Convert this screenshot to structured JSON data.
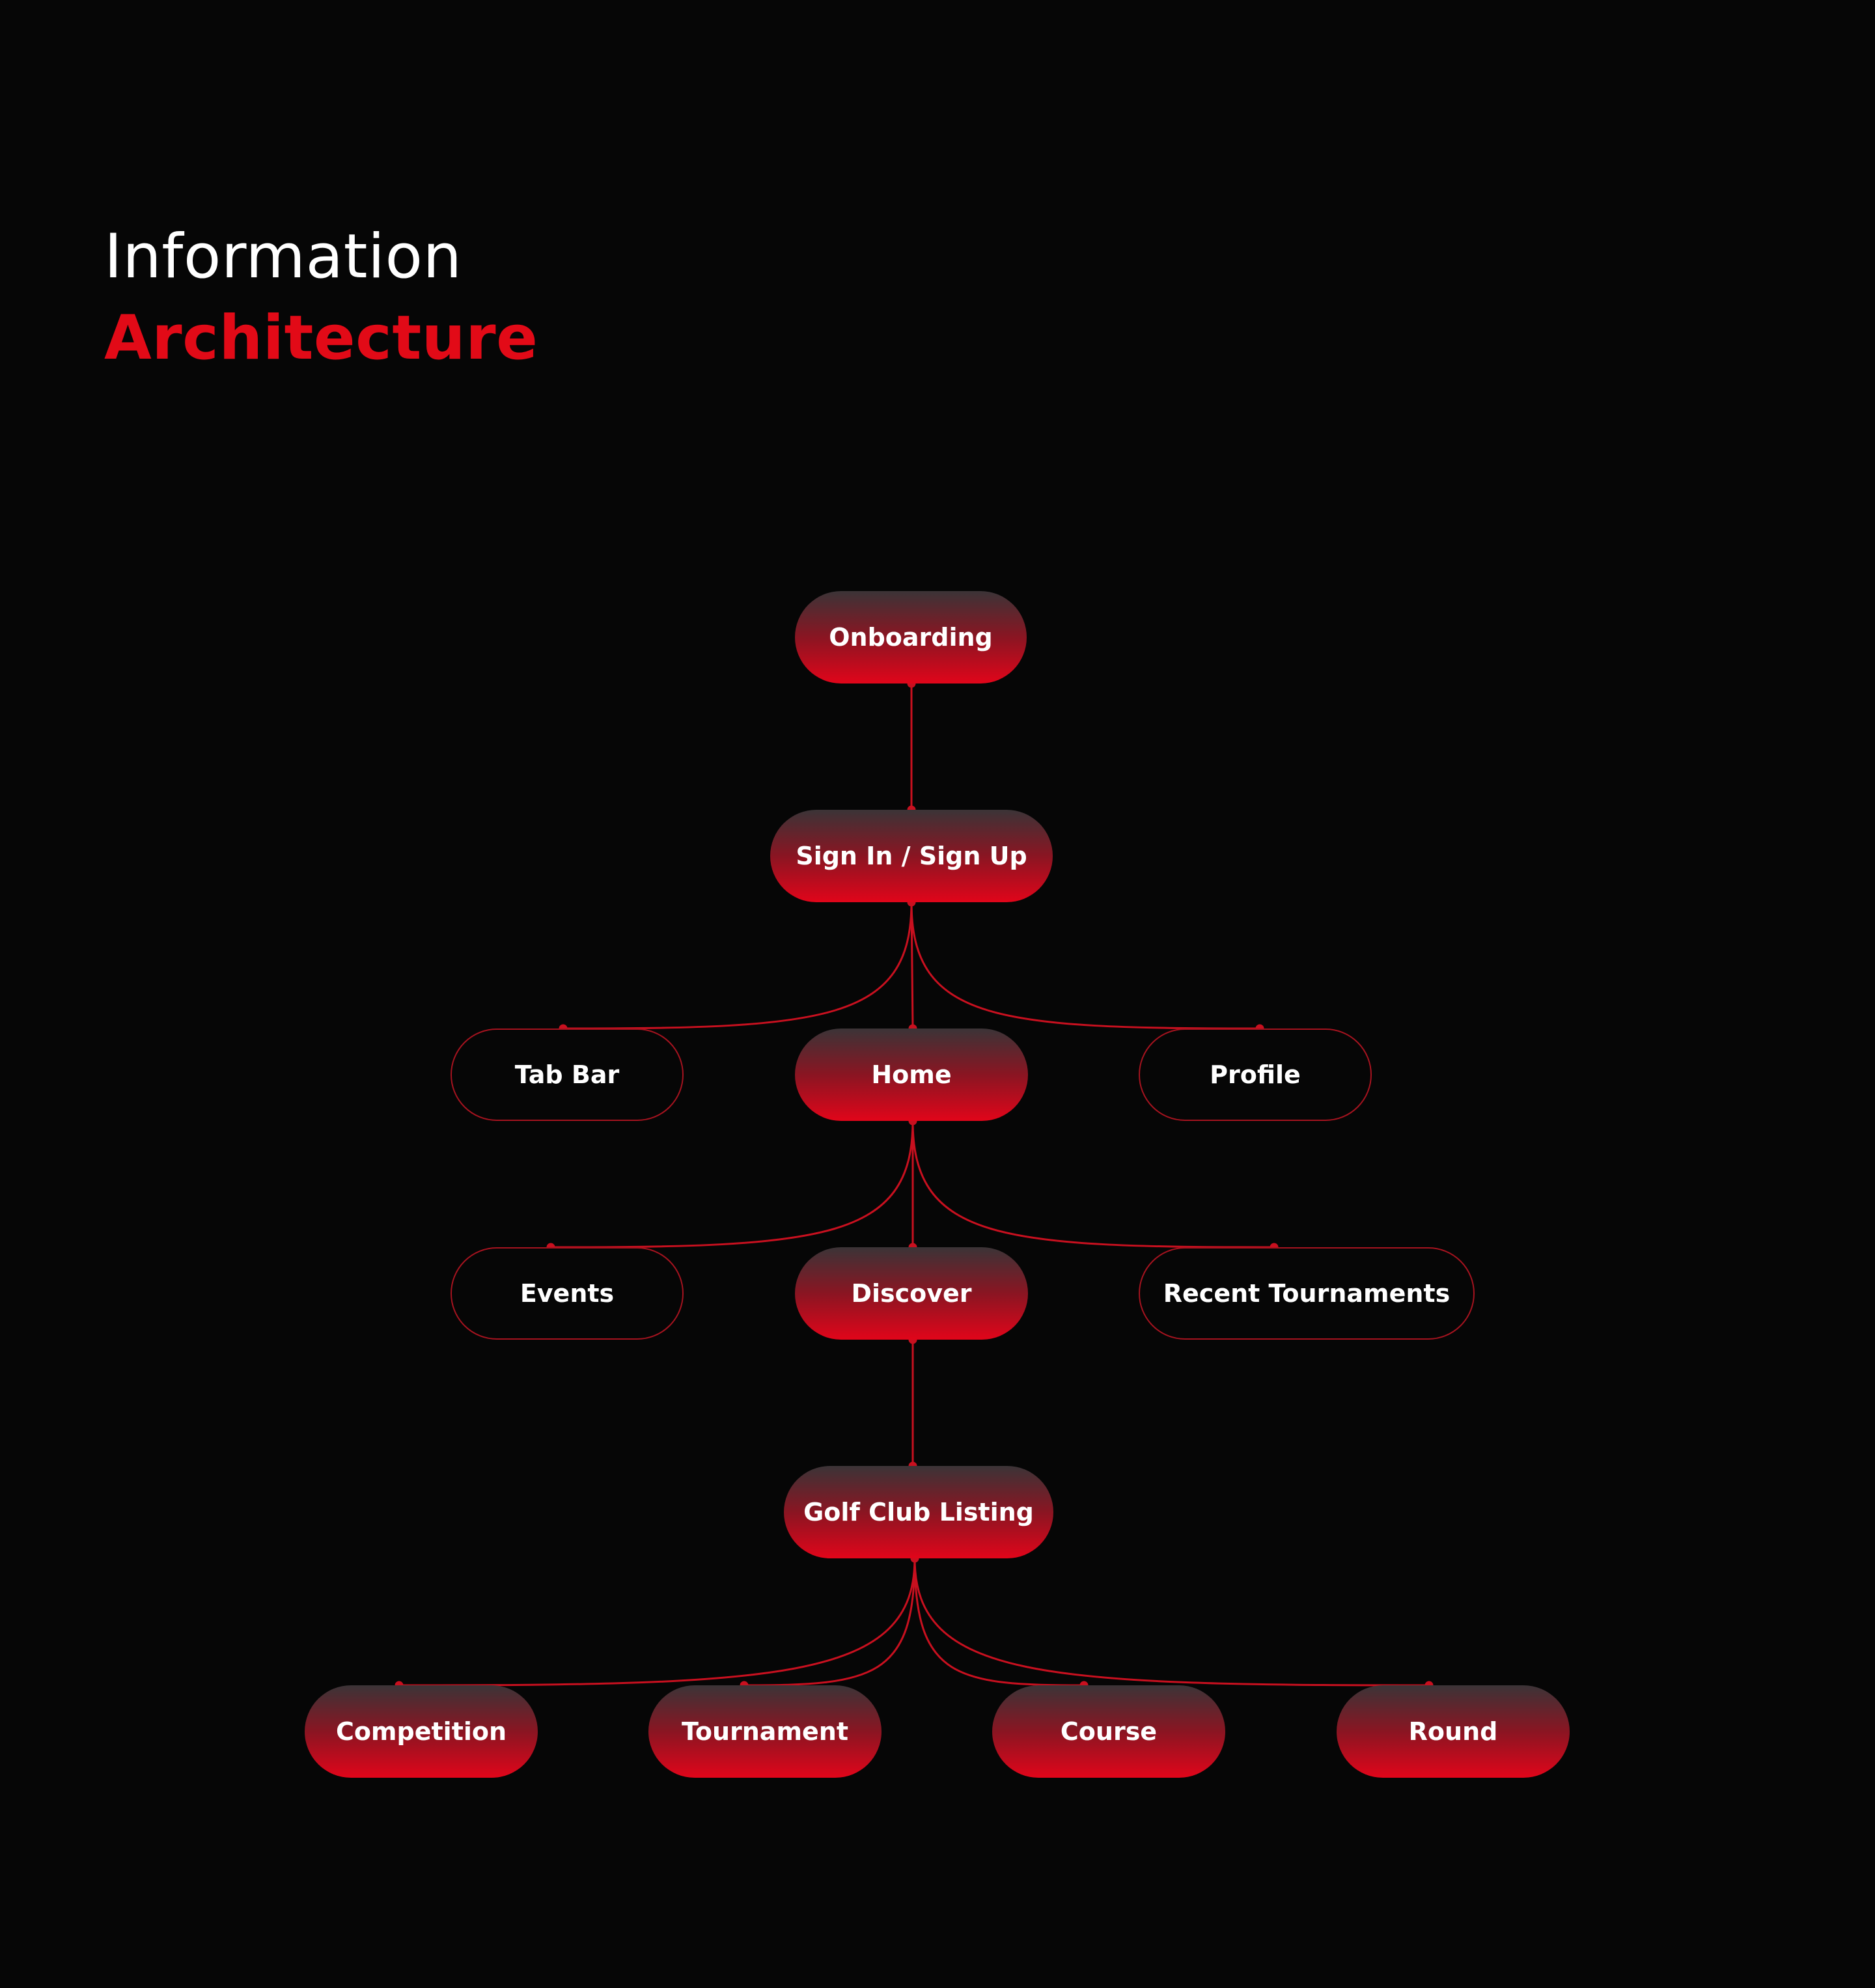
{
  "title": {
    "line1": "Information",
    "line2": "Architecture"
  },
  "colors": {
    "background": "#060606",
    "accent": "#e20a17",
    "connector": "#c8101f",
    "node_gradient_top": "#3b3437",
    "node_gradient_bottom": "#e1051a",
    "outline_border": "#a5131f"
  },
  "diagram": {
    "nodes": {
      "onboarding": {
        "label": "Onboarding",
        "style": "filled"
      },
      "signin": {
        "label": "Sign In / Sign Up",
        "style": "filled"
      },
      "tabbar": {
        "label": "Tab Bar",
        "style": "outline"
      },
      "home": {
        "label": "Home",
        "style": "filled"
      },
      "profile": {
        "label": "Profile",
        "style": "outline"
      },
      "events": {
        "label": "Events",
        "style": "outline"
      },
      "discover": {
        "label": "Discover",
        "style": "filled"
      },
      "recent": {
        "label": "Recent Tournaments",
        "style": "outline"
      },
      "golfclub": {
        "label": "Golf Club Listing",
        "style": "filled"
      },
      "competition": {
        "label": "Competition",
        "style": "filled"
      },
      "tournament": {
        "label": "Tournament",
        "style": "filled"
      },
      "course": {
        "label": "Course",
        "style": "filled"
      },
      "round": {
        "label": "Round",
        "style": "filled"
      }
    },
    "edges": [
      [
        "onboarding",
        "signin"
      ],
      [
        "signin",
        "tabbar"
      ],
      [
        "signin",
        "home"
      ],
      [
        "signin",
        "profile"
      ],
      [
        "home",
        "events"
      ],
      [
        "home",
        "discover"
      ],
      [
        "home",
        "recent"
      ],
      [
        "discover",
        "golfclub"
      ],
      [
        "golfclub",
        "competition"
      ],
      [
        "golfclub",
        "tournament"
      ],
      [
        "golfclub",
        "course"
      ],
      [
        "golfclub",
        "round"
      ]
    ]
  }
}
